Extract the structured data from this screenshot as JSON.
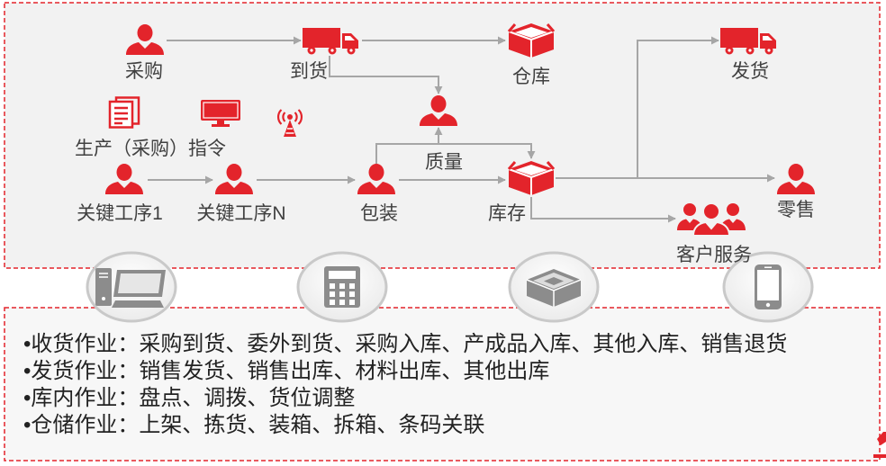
{
  "colors": {
    "accent": "#e3242b",
    "connector": "#a6a6a6",
    "label_text": "#404040",
    "device_icon": "#8c8c8c"
  },
  "diagram": {
    "nodes": {
      "purchase": {
        "label": "采购",
        "icon": "person-icon"
      },
      "arrival": {
        "label": "到货",
        "icon": "truck-icon"
      },
      "warehouse": {
        "label": "仓库",
        "icon": "box-icon"
      },
      "shipping": {
        "label": "发货",
        "icon": "truck-icon"
      },
      "production_order": {
        "label": "生产（采购）指令",
        "icons": [
          "document-icon",
          "monitor-icon",
          "antenna-icon"
        ]
      },
      "quality": {
        "label": "质量",
        "icon": "person-icon"
      },
      "key_process_1": {
        "label": "关键工序1",
        "icon": "person-icon"
      },
      "key_process_n": {
        "label": "关键工序N",
        "icon": "person-icon"
      },
      "packing": {
        "label": "包装",
        "icon": "person-icon"
      },
      "inventory": {
        "label": "库存",
        "icon": "box-icon"
      },
      "retail": {
        "label": "零售",
        "icon": "person-icon"
      },
      "customer_service": {
        "label": "客户服务",
        "icon": "group-icon"
      }
    }
  },
  "device_icons": [
    "computer-icon",
    "calculator-icon",
    "scanner-icon",
    "phone-icon"
  ],
  "operations": [
    "•收货作业：采购到货、委外到货、采购入库、产成品入库、其他入库、销售退货",
    "•发货作业：销售发货、销售出库、材料出库、其他出库",
    "•库内作业：盘点、调拨、货位调整",
    "•仓储作业：上架、拣货、装箱、拆箱、条码关联"
  ]
}
